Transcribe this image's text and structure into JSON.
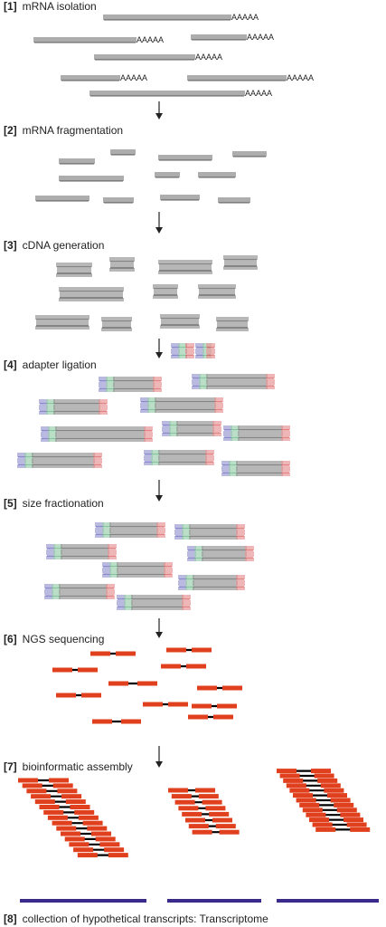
{
  "steps": [
    {
      "num": "[1]",
      "label": "mRNA isolation"
    },
    {
      "num": "[2]",
      "label": "mRNA fragmentation"
    },
    {
      "num": "[3]",
      "label": "cDNA generation"
    },
    {
      "num": "[4]",
      "label": "adapter ligation"
    },
    {
      "num": "[5]",
      "label": "size fractionation"
    },
    {
      "num": "[6]",
      "label": "NGS sequencing"
    },
    {
      "num": "[7]",
      "label": "bioinformatic assembly"
    },
    {
      "num": "[8]",
      "label": "collection of hypothetical transcripts: Transcriptome"
    }
  ],
  "polyA_tail": "AAAAA",
  "colors": {
    "strand": "#333333",
    "adapter_blue": "#3a3aa8",
    "adapter_green": "#3aa060",
    "adapter_red": "#d03030",
    "read_end": "#e0401e",
    "read_line": "#000000",
    "transcript": "#3a2a8c",
    "arrow": "#222222"
  }
}
